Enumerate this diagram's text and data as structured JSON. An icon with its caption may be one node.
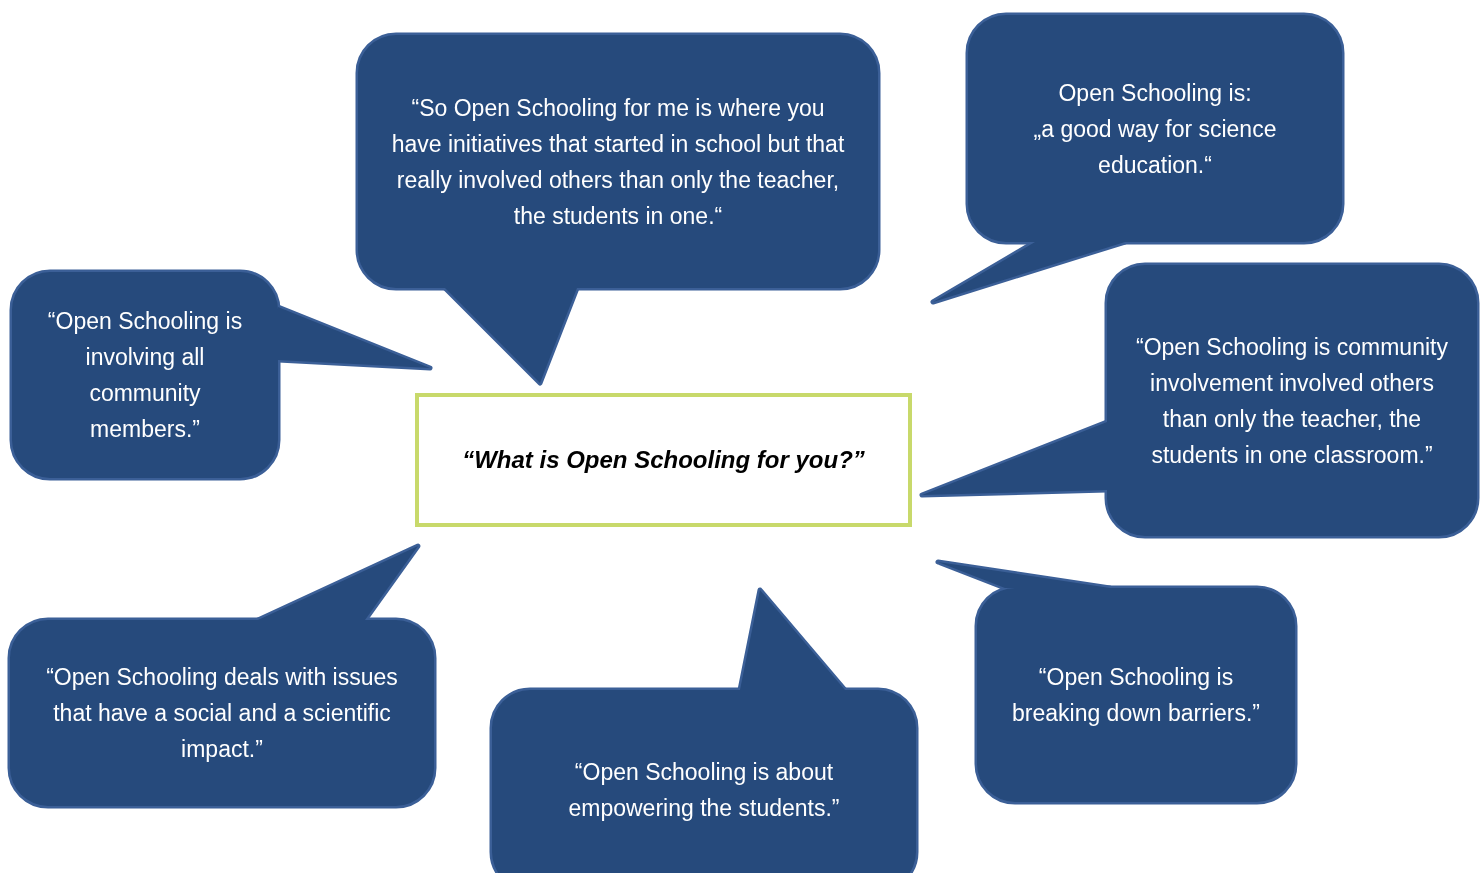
{
  "diagram": {
    "nodes": [
      {
        "text": [
          "“So Open Schooling for me is where you have initiatives that started in school but that really involved others than only the teacher, the students in one.“"
        ]
      },
      {
        "text": [
          "Open Schooling is:",
          "„a good way for science education.“"
        ]
      },
      {
        "text": [
          "“Open Schooling is involving all community members.”"
        ]
      },
      {
        "text": [
          "“What is Open Schooling for you?”"
        ]
      },
      {
        "text": [
          "“Open Schooling is community involvement involved others than only the teacher, the students in one classroom.”"
        ]
      },
      {
        "text": [
          "“Open Schooling deals with issues that have a social and a scientific impact.”"
        ]
      },
      {
        "text": [
          "“Open Schooling is about empowering the students.”"
        ]
      },
      {
        "text": [
          "“Open Schooling is breaking down barriers.”"
        ]
      }
    ]
  }
}
